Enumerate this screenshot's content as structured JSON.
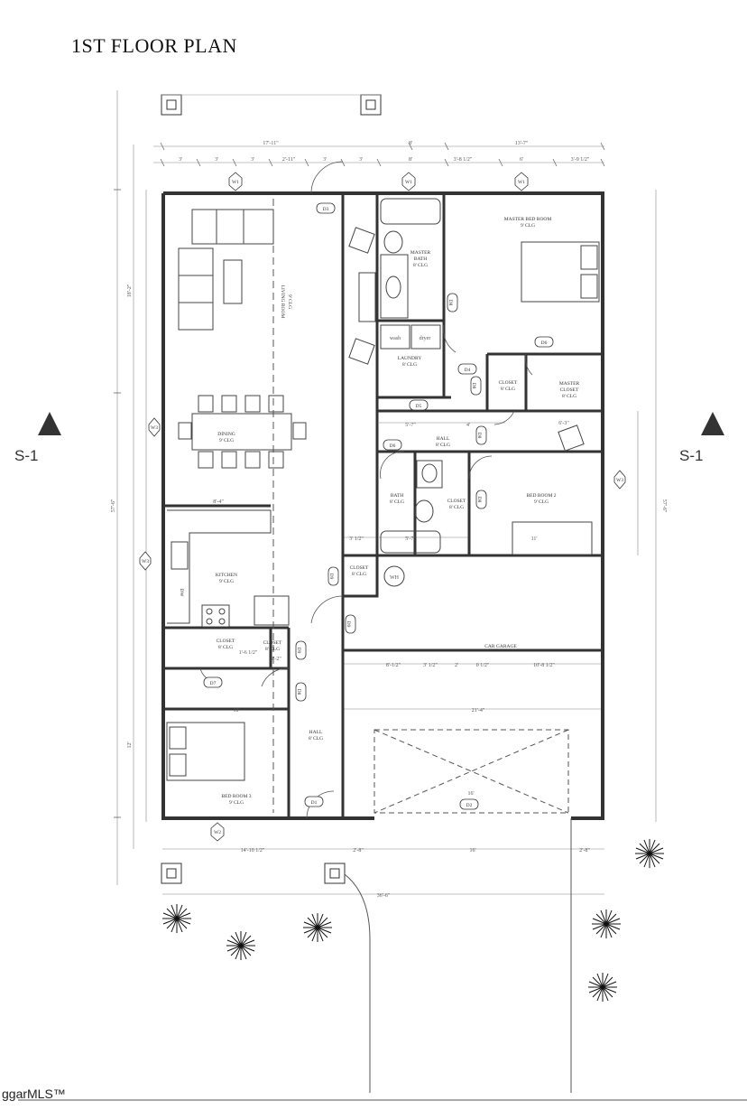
{
  "title": "1ST FLOOR PLAN",
  "section_marker": "S-1",
  "logo": "ggarMLS™",
  "rooms": {
    "living": "LIVING ROOM",
    "living_clg": "9' CLG",
    "dining": "DINING",
    "dining_clg": "9' CLG",
    "kitchen": "KITCHEN",
    "kitchen_clg": "9' CLG",
    "dw": "DW",
    "master_bath": "MASTER",
    "master_bath_2": "BATH",
    "master_bath_clg": "8' CLG",
    "master_bed": "MASTER BED ROOM",
    "master_bed_clg": "9' CLG",
    "laundry": "LAUNDRY",
    "laundry_clg": "8' CLG",
    "washer": "wash",
    "dryer": "dryer",
    "closet_a": "CLOSET",
    "closet_a_clg": "8' CLG",
    "master_closet": "MASTER",
    "master_closet_2": "CLOSET",
    "master_closet_clg": "8' CLG",
    "hall_a": "HALL",
    "hall_a_clg": "8' CLG",
    "bath": "BATH",
    "bath_clg": "8' CLG",
    "closet_b": "CLOSET",
    "closet_b_clg": "8' CLG",
    "bed2": "BED ROOM 2",
    "bed2_clg": "9' CLG",
    "closet_c": "CLOSET",
    "closet_c_clg": "8' CLG",
    "wh": "WH",
    "garage": "CAR GARAGE",
    "closet_d": "CLOSET",
    "closet_d_clg": "8' CLG",
    "closet_e": "CLOSET",
    "closet_e_clg": "8' CLG",
    "hall_b": "HALL",
    "hall_b_clg": "8' CLG",
    "bed3": "BED ROOM 3",
    "bed3_clg": "9' CLG"
  },
  "tags": {
    "w1": "W1",
    "w2": "W2",
    "w3": "W3",
    "d1": "D1",
    "d2": "D2",
    "d3": "D3",
    "d4": "D4",
    "d5": "D5",
    "d6": "D6",
    "d7": "D7",
    "d8": "D8",
    "d9": "D9"
  },
  "dimensions": {
    "top_total_1": "17'-11\"",
    "top_total_2": "8'",
    "top_total_3": "13'-7\"",
    "top_seg_1": "3'",
    "top_seg_2": "3'",
    "top_seg_3": "3'",
    "top_seg_4": "2'-11\"",
    "top_seg_5": "3'",
    "top_seg_6": "3'",
    "top_seg_7": "8'",
    "top_seg_8": "3'-8 1/2\"",
    "top_seg_9": "6'",
    "top_seg_10": "3'-9 1/2\"",
    "left_1": "18'-2\"",
    "left_2": "57'-6\"",
    "left_3": "12'",
    "right_1": "57'-6\"",
    "hall_w_1": "5'-7\"",
    "hall_w_2": "4'",
    "hall_w_3": "6'-3\"",
    "kitchen_w": "8'-4\"",
    "bath_w": "5'-7\"",
    "bed2_w": "11'",
    "bed3_w": "10'",
    "garage_1": "8'-1/2\"",
    "garage_2": "3' 1/2\"",
    "garage_3": "2'",
    "garage_4": "0 1/2\"",
    "garage_5": "10'-8 1/2\"",
    "garage_total": "21'-4\"",
    "garage_door": "16'",
    "bottom_1": "14'-10 1/2\"",
    "bottom_2": "2'-8\"",
    "bottom_3": "16'",
    "bottom_4": "2'-8\"",
    "bottom_total": "36'-6\"",
    "small_1": "3' 1/2\"",
    "small_2": "1'-6 1/2\"",
    "small_3": "2'-2\""
  }
}
